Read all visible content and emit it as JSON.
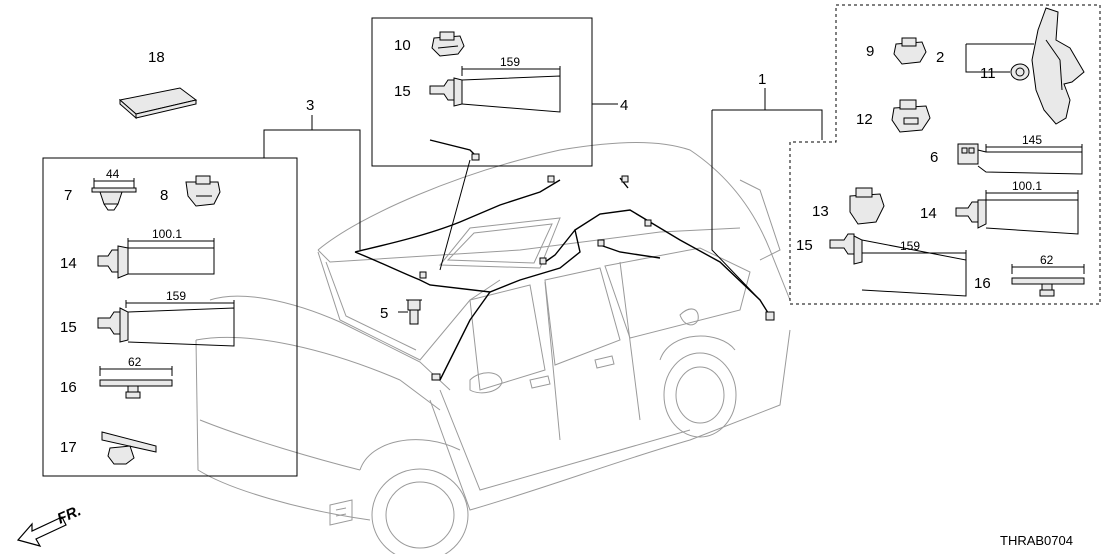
{
  "diagram": {
    "code": "THRAB0704",
    "front_marker": "FR.",
    "callouts": [
      "1",
      "2",
      "3",
      "4",
      "5",
      "6",
      "7",
      "8",
      "9",
      "10",
      "11",
      "12",
      "13",
      "14",
      "15",
      "16",
      "17",
      "18"
    ],
    "left_box": {
      "parts": [
        {
          "callout": "7",
          "dimension": "44"
        },
        {
          "callout": "8"
        },
        {
          "callout": "14",
          "dimension": "100.1"
        },
        {
          "callout": "15",
          "dimension": "159"
        },
        {
          "callout": "16",
          "dimension": "62"
        },
        {
          "callout": "17"
        }
      ]
    },
    "top_box": {
      "parts": [
        {
          "callout": "10"
        },
        {
          "callout": "15",
          "dimension": "159"
        }
      ]
    },
    "right_box": {
      "parts": [
        {
          "callout": "9"
        },
        {
          "callout": "2"
        },
        {
          "callout": "11"
        },
        {
          "callout": "12"
        },
        {
          "callout": "6",
          "dimension": "145"
        },
        {
          "callout": "13"
        },
        {
          "callout": "14",
          "dimension": "100.1"
        },
        {
          "callout": "15",
          "dimension": "159"
        },
        {
          "callout": "16",
          "dimension": "62"
        }
      ]
    }
  }
}
